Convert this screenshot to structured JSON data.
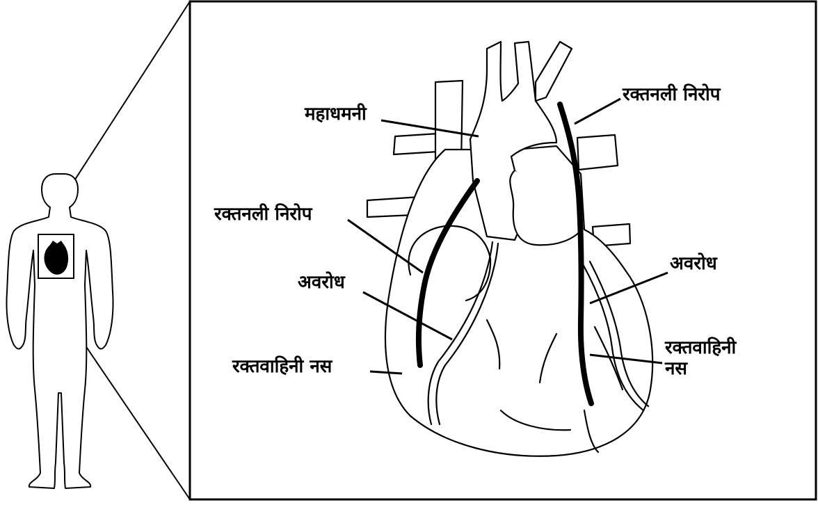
{
  "labels": {
    "aorta": "महाधमनी",
    "bypass_left": "रक्तनली निरोप",
    "bypass_right": "रक्तनली निरोप",
    "blockage_left": "अवरोध",
    "blockage_right": "अवरोध",
    "vein_left": "रक्तवाहिनी नस",
    "vein_right_line1": "रक्तवाहिनी",
    "vein_right_line2": "नस"
  },
  "colors": {
    "ink": "#000000",
    "background": "#ffffff",
    "silhouette_fill": "#ffffff"
  }
}
